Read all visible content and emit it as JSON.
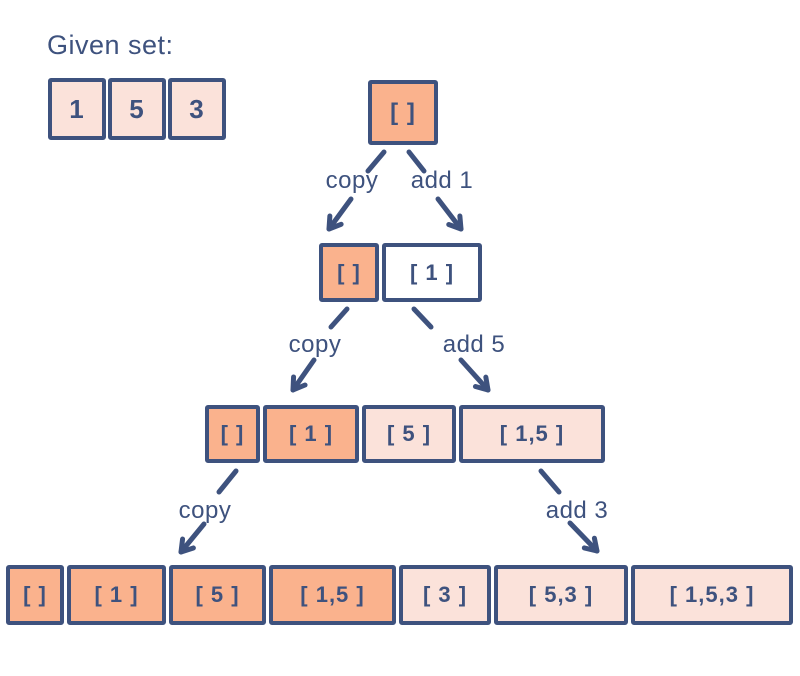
{
  "colors": {
    "navy": "#3e527e",
    "orange": "#fab28d",
    "pink": "#fbe2da",
    "white": "#ffffff",
    "background": "#ffffff"
  },
  "given_set": {
    "title": "Given set:",
    "items": [
      "1",
      "5",
      "3"
    ]
  },
  "tree": {
    "levels": [
      {
        "cells": [
          {
            "label": "[ ]",
            "fill": "orange"
          }
        ]
      },
      {
        "cells": [
          {
            "label": "[ ]",
            "fill": "orange"
          },
          {
            "label": "[ 1 ]",
            "fill": "white"
          }
        ]
      },
      {
        "cells": [
          {
            "label": "[ ]",
            "fill": "orange"
          },
          {
            "label": "[ 1 ]",
            "fill": "orange"
          },
          {
            "label": "[ 5 ]",
            "fill": "pink"
          },
          {
            "label": "[ 1,5 ]",
            "fill": "pink"
          }
        ]
      },
      {
        "cells": [
          {
            "label": "[ ]",
            "fill": "orange"
          },
          {
            "label": "[ 1 ]",
            "fill": "orange"
          },
          {
            "label": "[ 5 ]",
            "fill": "orange"
          },
          {
            "label": "[ 1,5 ]",
            "fill": "orange"
          },
          {
            "label": "[ 3 ]",
            "fill": "pink"
          },
          {
            "label": "[ 5,3 ]",
            "fill": "pink"
          },
          {
            "label": "[ 1,5,3 ]",
            "fill": "pink"
          }
        ]
      }
    ],
    "edges": [
      {
        "label": "copy"
      },
      {
        "label": "add 1"
      },
      {
        "label": "copy"
      },
      {
        "label": "add 5"
      },
      {
        "label": "copy"
      },
      {
        "label": "add 3"
      }
    ]
  }
}
